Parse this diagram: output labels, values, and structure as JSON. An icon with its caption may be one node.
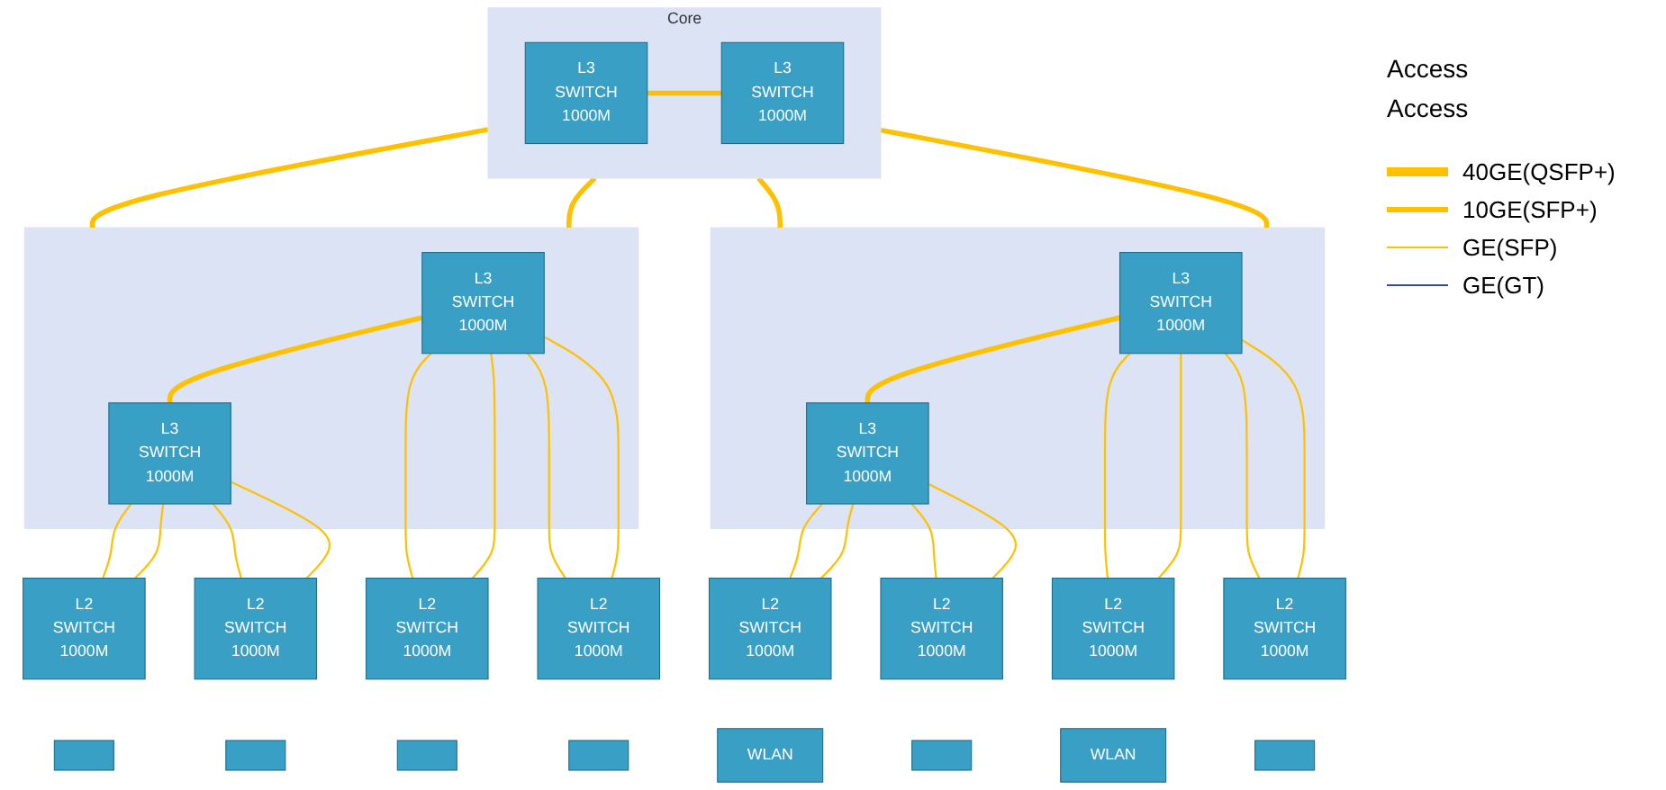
{
  "diagram": {
    "nodes": [
      {
        "text": [
          "Core"
        ]
      },
      {
        "text": [
          "L3",
          "SWITCH",
          "1000M"
        ],
        "in": 0
      },
      {
        "text": [
          "L3",
          "SWITCH",
          "1000M"
        ],
        "in": 0
      },
      {
        "text": [],
        "shape": "box"
      },
      {
        "text": [
          "L3",
          "SWITCH",
          "1000M"
        ],
        "in": 3
      },
      {
        "text": [
          "L3",
          "SWITCH",
          "1000M"
        ],
        "in": 3
      },
      {
        "text": [],
        "shape": "box"
      },
      {
        "text": [
          "L3",
          "SWITCH",
          "1000M"
        ],
        "in": 6
      },
      {
        "text": [
          "L3",
          "SWITCH",
          "1000M"
        ],
        "in": 6
      },
      {
        "text": [
          "L2",
          "SWITCH",
          "1000M"
        ]
      },
      {
        "text": [
          "L2",
          "SWITCH",
          "1000M"
        ]
      },
      {
        "text": [
          "L2",
          "SWITCH",
          "1000M"
        ]
      },
      {
        "text": [
          "L2",
          "SWITCH",
          "1000M"
        ]
      },
      {
        "text": [
          "L2",
          "SWITCH",
          "1000M"
        ]
      },
      {
        "text": [
          "L2",
          "SWITCH",
          "1000M"
        ]
      },
      {
        "text": [
          "L2",
          "SWITCH",
          "1000M"
        ]
      },
      {
        "text": [
          "L2",
          "SWITCH",
          "1000M"
        ]
      },
      {
        "text": [],
        "shape": "box"
      },
      {
        "text": [],
        "shape": "box"
      },
      {
        "text": [],
        "shape": "box"
      },
      {
        "text": [],
        "shape": "box"
      },
      {
        "text": [
          "WLAN"
        ]
      },
      {
        "text": [],
        "shape": "box"
      },
      {
        "text": [
          "WLAN"
        ]
      },
      {
        "text": [],
        "shape": "box"
      }
    ],
    "edges": [
      {
        "from": 1,
        "to": 2,
        "arrow": "none",
        "style": "thick"
      },
      {
        "from": 0,
        "to": 3,
        "arrow": "none",
        "style": "thick"
      },
      {
        "from": 0,
        "to": 3,
        "arrow": "none",
        "style": "thick"
      },
      {
        "from": 0,
        "to": 6,
        "arrow": "none",
        "style": "thick"
      },
      {
        "from": 0,
        "to": 6,
        "arrow": "none",
        "style": "thick"
      },
      {
        "from": 4,
        "to": 5,
        "arrow": "none",
        "style": "thick"
      },
      {
        "from": 7,
        "to": 8,
        "arrow": "none",
        "style": "thick"
      },
      {
        "from": 4,
        "to": 9,
        "arrow": "none"
      },
      {
        "from": 4,
        "to": 9,
        "arrow": "none"
      },
      {
        "from": 4,
        "to": 10,
        "arrow": "none"
      },
      {
        "from": 4,
        "to": 10,
        "arrow": "none"
      },
      {
        "from": 5,
        "to": 11,
        "arrow": "none"
      },
      {
        "from": 5,
        "to": 11,
        "arrow": "none"
      },
      {
        "from": 5,
        "to": 12,
        "arrow": "none"
      },
      {
        "from": 5,
        "to": 12,
        "arrow": "none"
      },
      {
        "from": 7,
        "to": 13,
        "arrow": "none"
      },
      {
        "from": 7,
        "to": 13,
        "arrow": "none"
      },
      {
        "from": 7,
        "to": 14,
        "arrow": "none"
      },
      {
        "from": 7,
        "to": 14,
        "arrow": "none"
      },
      {
        "from": 8,
        "to": 15,
        "arrow": "none"
      },
      {
        "from": 8,
        "to": 15,
        "arrow": "none"
      },
      {
        "from": 8,
        "to": 16,
        "arrow": "none"
      },
      {
        "from": 8,
        "to": 16,
        "arrow": "none"
      }
    ],
    "labels": [
      "Access",
      "Access"
    ],
    "legend": [
      {
        "text": "40GE(QSFP+)"
      },
      {
        "text": "10GE(SFP+)"
      },
      {
        "text": "GE(SFP)"
      },
      {
        "text": "GE(GT)"
      }
    ]
  }
}
